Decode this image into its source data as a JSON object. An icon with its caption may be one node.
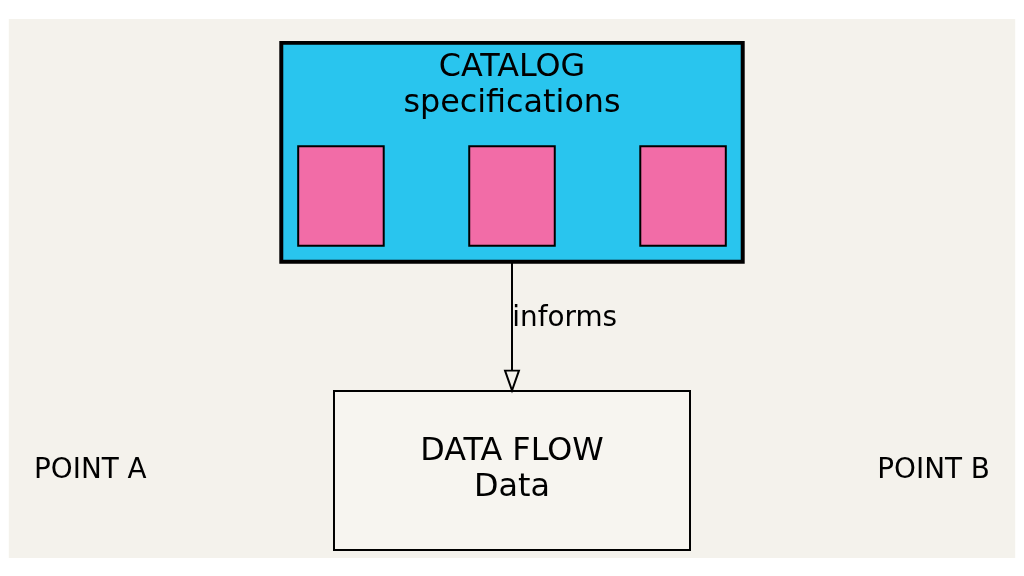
{
  "diagram": {
    "nodes": [
      {
        "text": [
          "CATALOG",
          "specifications"
        ]
      },
      {
        "text": [],
        "shape": "box",
        "in": 0
      },
      {
        "text": [],
        "shape": "box",
        "in": 0
      },
      {
        "text": [],
        "shape": "box",
        "in": 0
      },
      {
        "text": [
          "DATA FLOW",
          "Data"
        ]
      }
    ],
    "edges": [
      {
        "from": 0,
        "to": 4,
        "arrow": "to",
        "label": "informs"
      }
    ],
    "labels": [
      "POINT A",
      "POINT B"
    ]
  }
}
